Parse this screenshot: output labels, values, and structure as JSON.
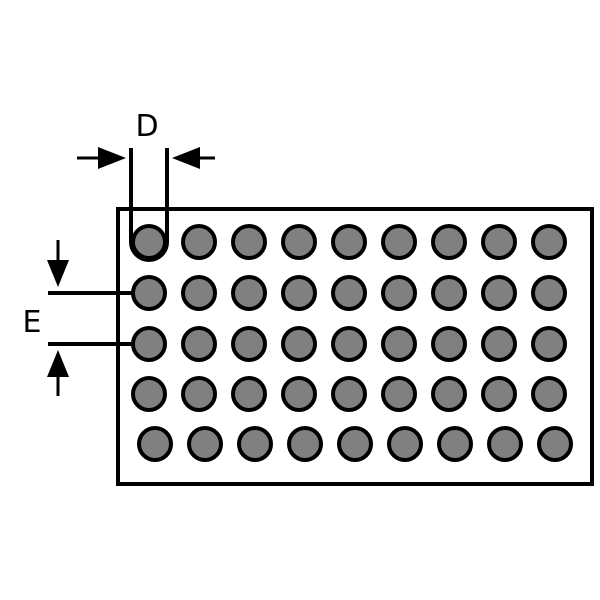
{
  "labels": {
    "diameter": "D",
    "spacing": "E"
  },
  "grid": {
    "rows": 5,
    "columns": 9
  },
  "colors": {
    "hole_fill": "#808080",
    "stroke": "#000000",
    "background": "#ffffff"
  }
}
